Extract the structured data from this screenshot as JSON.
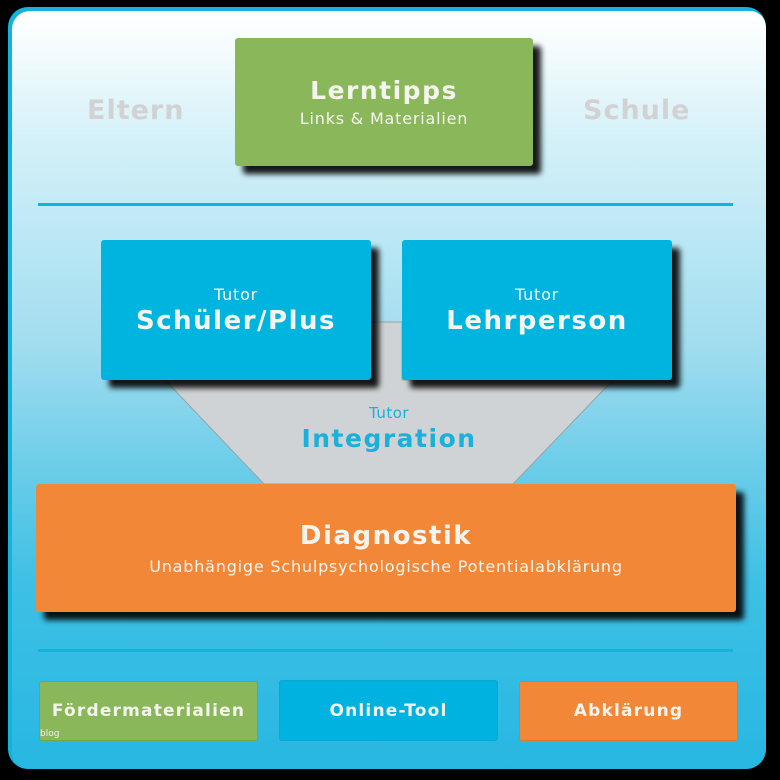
{
  "background_labels": {
    "left": "Eltern",
    "right": "Schule"
  },
  "top_box": {
    "title": "Lerntipps",
    "subtitle": "Links & Materialien",
    "color": "#8ab75a"
  },
  "tutor_boxes": [
    {
      "prefix": "Tutor",
      "title": "Schüler/Plus",
      "color": "#00b4e0"
    },
    {
      "prefix": "Tutor",
      "title": "Lehrperson",
      "color": "#00b4e0"
    }
  ],
  "integration": {
    "prefix": "Tutor",
    "title": "Integration",
    "color": "#cfd3d5",
    "text_color": "#1ab0dc"
  },
  "diagnostik": {
    "title": "Diagnostik",
    "subtitle": "Unabhängige Schulpsychologische Potentialabklärung",
    "color": "#f28837"
  },
  "bottom_buttons": [
    {
      "label": "Fördermaterialien",
      "color": "#8ab75a"
    },
    {
      "label": "Online-Tool",
      "color": "#00b2df"
    },
    {
      "label": "Abklärung",
      "color": "#f28837"
    }
  ],
  "watermark": "blog"
}
